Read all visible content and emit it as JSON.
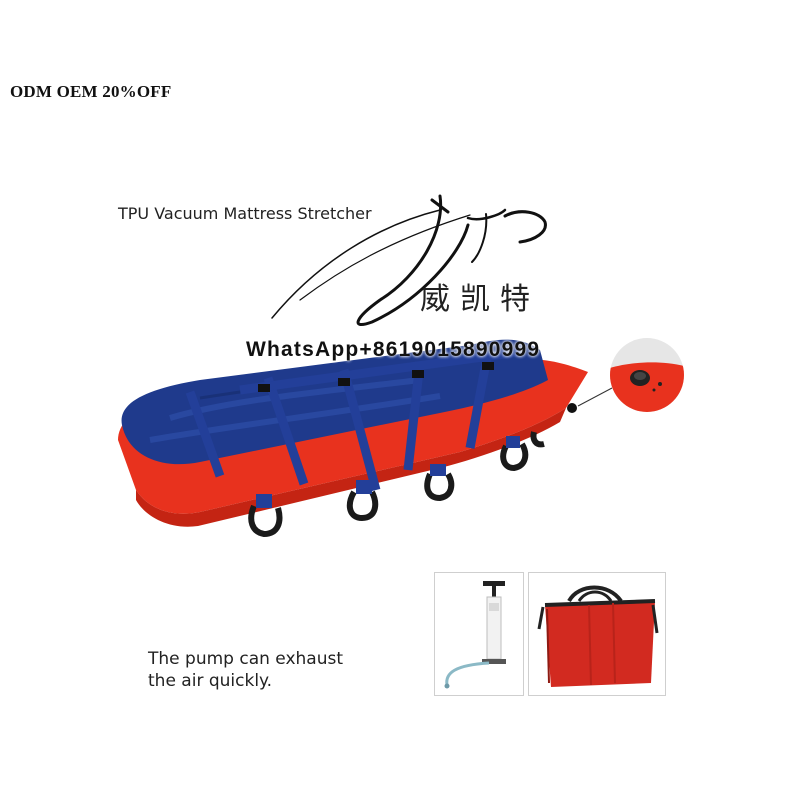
{
  "promo_text": "ODM OEM 20%OFF",
  "product_title": "TPU Vacuum Mattress Stretcher",
  "watermark": {
    "chinese_name": "威凯特",
    "whatsapp": "WhatsApp+8619015890999"
  },
  "pump_caption": {
    "line1": "The pump can exhaust",
    "line2": "the air quickly."
  },
  "colors": {
    "mattress_blue": "#1f3a8c",
    "mattress_red": "#e8321e",
    "bag_red": "#d22a20",
    "handle_black": "#1a1a1a"
  },
  "icons": [
    "valve-detail-icon",
    "hand-pump-icon",
    "carry-bag-icon"
  ]
}
